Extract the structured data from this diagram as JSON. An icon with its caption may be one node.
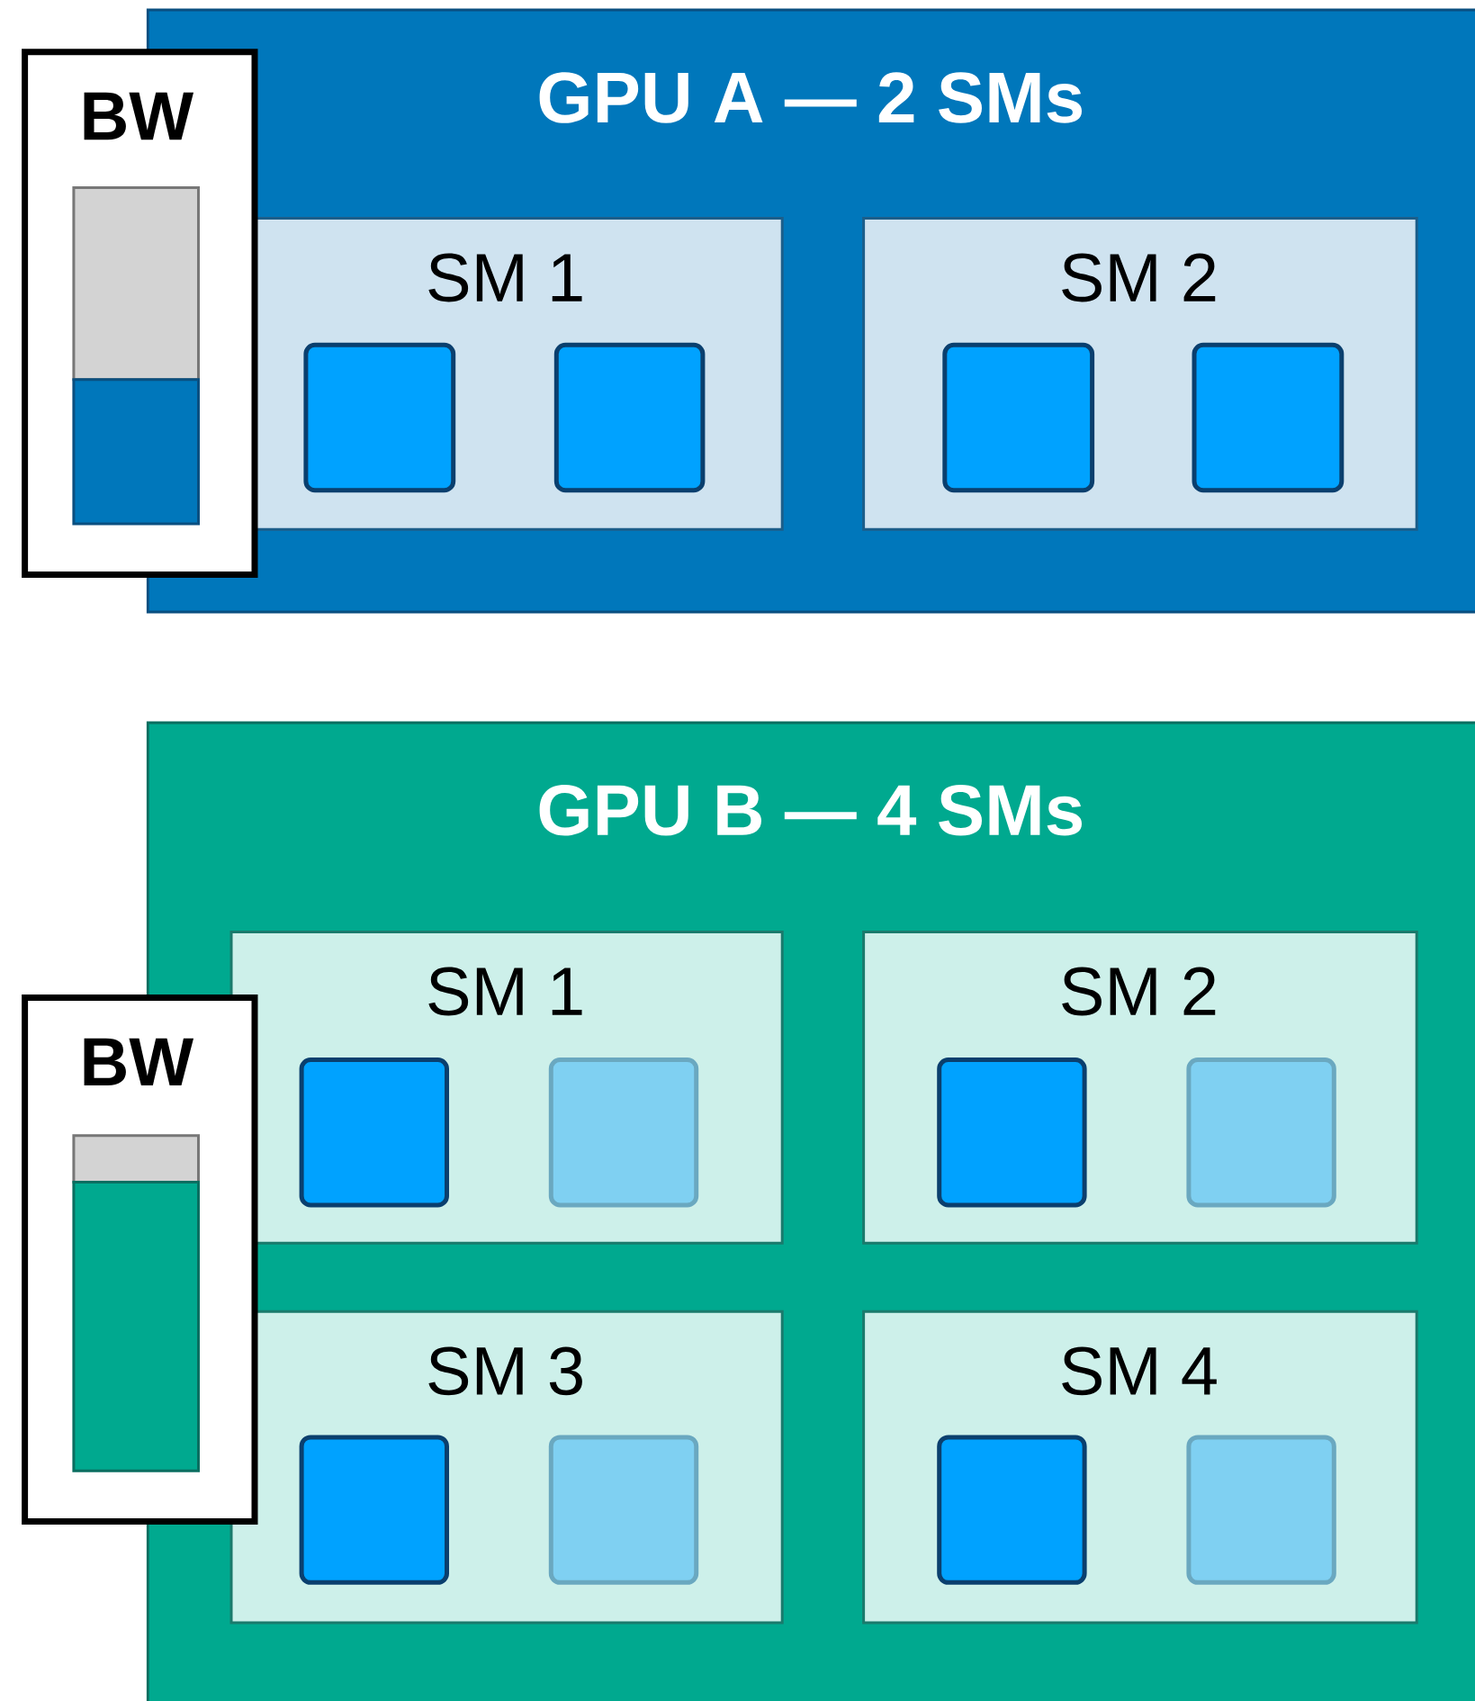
{
  "diagram": {
    "nodes": [
      {
        "text": [
          "GPU A — 2 SMs"
        ]
      },
      {
        "text": [
          "BW"
        ]
      },
      {
        "text": [
          "SM 1"
        ],
        "in": 0
      },
      {
        "text": [],
        "shape": "box",
        "in": 2
      },
      {
        "text": [],
        "shape": "box",
        "in": 2
      },
      {
        "text": [
          "SM 2"
        ],
        "in": 0
      },
      {
        "text": [],
        "shape": "box",
        "in": 5
      },
      {
        "text": [],
        "shape": "box",
        "in": 5
      },
      {
        "text": [
          "GPU B — 4 SMs"
        ]
      },
      {
        "text": [
          "BW"
        ]
      },
      {
        "text": [
          "SM 1"
        ],
        "in": 8
      },
      {
        "text": [],
        "shape": "box",
        "in": 10
      },
      {
        "text": [],
        "shape": "box",
        "in": 10
      },
      {
        "text": [
          "SM 2"
        ],
        "in": 8
      },
      {
        "text": [],
        "shape": "box",
        "in": 13
      },
      {
        "text": [],
        "shape": "box",
        "in": 13
      },
      {
        "text": [
          "SM 3"
        ],
        "in": 8
      },
      {
        "text": [],
        "shape": "box",
        "in": 16
      },
      {
        "text": [],
        "shape": "box",
        "in": 16
      },
      {
        "text": [
          "SM 4"
        ],
        "in": 8
      },
      {
        "text": [],
        "shape": "box",
        "in": 19
      },
      {
        "text": [],
        "shape": "box",
        "in": 19
      }
    ]
  }
}
